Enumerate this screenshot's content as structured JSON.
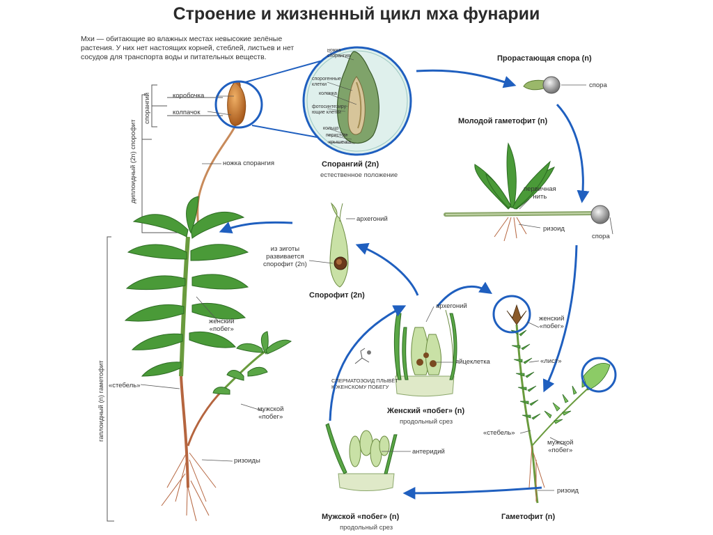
{
  "title": "Строение и жизненный цикл мха фунарии",
  "intro": "Мхи — обитающие во влажных местах невысокие зелёные растения. У них нет настоящих корней, стеблей, листьев и нет сосудов для транспорта воды и питательных веществ.",
  "left_labels": {
    "sporangium_bracket": "спорангий",
    "sporophyte_bracket": "диплоидный (2n) спорофит",
    "gametophyte_bracket": "гаплоидный (n) гаметофит",
    "capsule": "коробочка",
    "cap": "колпачок",
    "stalk": "ножка спорангия",
    "female_shoot": "женский\n«побег»",
    "stem": "«стебель»",
    "male_shoot": "мужской\n«побег»",
    "rhizoids": "ризоиды"
  },
  "sporangium_detail": {
    "stalk_part": "ножка\nспорангия",
    "spore_cells": "спорогенные\nклетки",
    "column": "колонка",
    "photo_cells": "фотосинтезиру-\nющие клетки",
    "ring": "кольцо",
    "peristome": "перистом",
    "lid": "крышечка",
    "caption": "Спорангий (2n)",
    "sub": "естественное положение"
  },
  "germ_spore": {
    "caption": "Прорастающая спора (n)",
    "spore": "спора"
  },
  "young_gametophyte": {
    "caption": "Молодой гаметофит (n)",
    "thread": "первичная\nнить",
    "rhizoid": "ризоид",
    "spore": "спора"
  },
  "sporophyte": {
    "archegonium": "архегоний",
    "zygote": "из зиготы\nразвивается\nспорофит (2n)",
    "caption": "Спорофит (2n)"
  },
  "female_section": {
    "archegonium": "архегоний",
    "egg": "яйцеклетка",
    "sperm": "СПЕРМАТОЗОИД ПЛЫВЁТ\nК ЖЕНСКОМУ ПОБЕГУ",
    "caption": "Женский «побег» (n)",
    "sub": "продольный срез"
  },
  "male_section": {
    "antheridium": "антеридий",
    "caption": "Мужской «побег» (n)",
    "sub": "продольный срез"
  },
  "gametophyte": {
    "female": "женский\n«побег»",
    "leaf": "«лист»",
    "stem": "«стебель»",
    "male": "мужской\n«побег»",
    "rhizoid": "ризоид",
    "caption": "Гаметофит (n)"
  },
  "colors": {
    "arrow": "#1f5fbf",
    "leaf": "#3f8a2e",
    "leaf_dark": "#2c6b22",
    "stem": "#c88a5a",
    "rhizoid": "#b5653f",
    "capsule": "#c9782e"
  }
}
